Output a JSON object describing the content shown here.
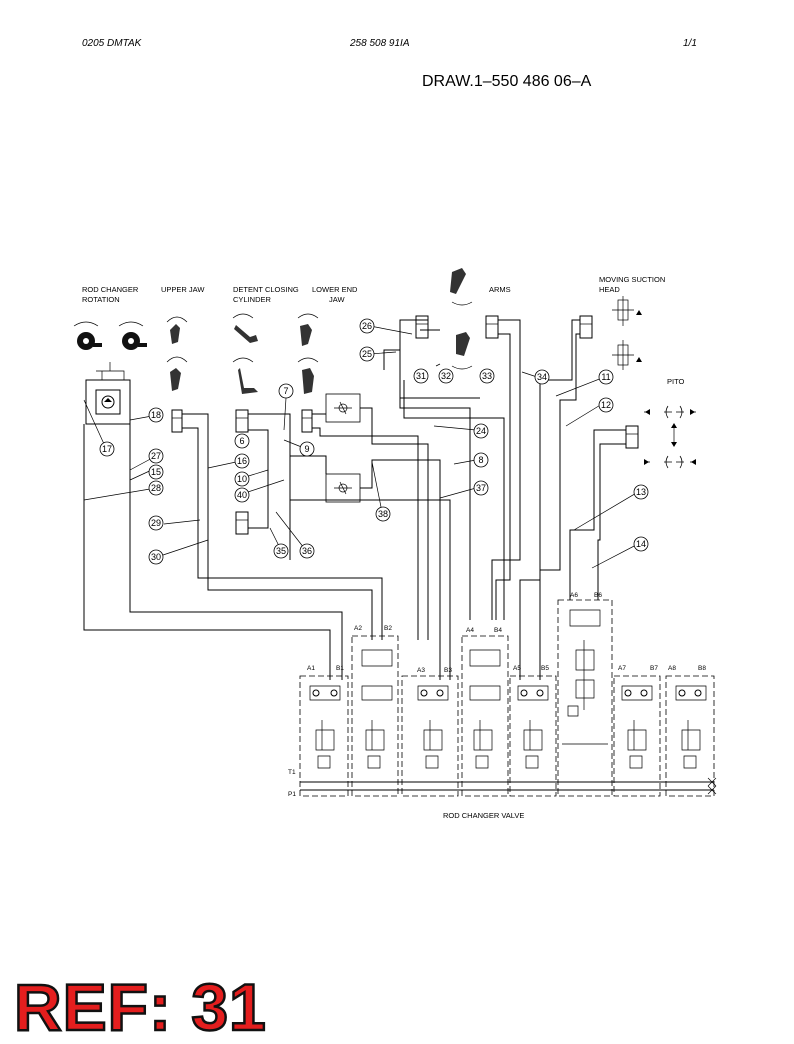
{
  "header": {
    "left": "0205  DMTAK",
    "middle": "258 508 91IA",
    "right": "1/1"
  },
  "drawing_number": "DRAW.1–550 486 06–A",
  "function_labels": {
    "rod_changer_rotation": [
      "ROD CHANGER",
      "ROTATION"
    ],
    "upper_jaw": "UPPER JAW",
    "detent_closing_cylinder": [
      "DETENT CLOSING",
      "CYLINDER"
    ],
    "lower_end_jaw": [
      "LOWER END",
      "JAW"
    ],
    "arms": "ARMS",
    "moving_suction_head": [
      "MOVING SUCTION",
      "HEAD"
    ],
    "pito": "PITO"
  },
  "callouts": [
    "6",
    "7",
    "8",
    "9",
    "10",
    "11",
    "12",
    "13",
    "14",
    "15",
    "16",
    "17",
    "18",
    "24",
    "25",
    "26",
    "27",
    "28",
    "29",
    "30",
    "31",
    "32",
    "33",
    "34",
    "35",
    "36",
    "37",
    "38",
    "40"
  ],
  "ports": [
    "A1",
    "B1",
    "A2",
    "B2",
    "A3",
    "B3",
    "A4",
    "B4",
    "A5",
    "B5",
    "A6",
    "B6",
    "A7",
    "B7",
    "A8",
    "B8",
    "T1",
    "P1"
  ],
  "valve_caption": "ROD CHANGER VALVE",
  "ref_label": "REF: 31",
  "colors": {
    "ink": "#000000",
    "ref_fill": "#e41e1e",
    "ref_outline": "#111111"
  }
}
